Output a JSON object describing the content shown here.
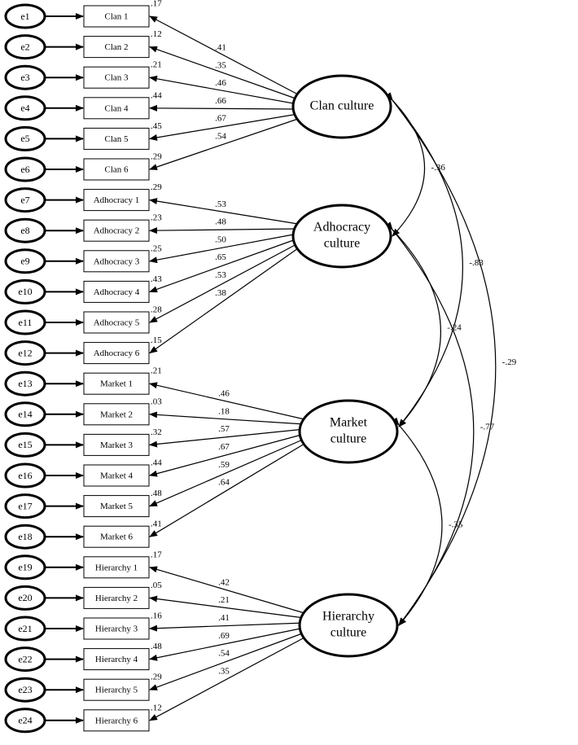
{
  "diagram": {
    "factors": [
      {
        "id": "clan",
        "label_lines": [
          "Clan culture"
        ],
        "indicators": [
          {
            "error": "e1",
            "label": "Clan 1",
            "r2": ".17",
            "loading": ".41"
          },
          {
            "error": "e2",
            "label": "Clan 2",
            "r2": ".12",
            "loading": ".35"
          },
          {
            "error": "e3",
            "label": "Clan 3",
            "r2": ".21",
            "loading": ".46"
          },
          {
            "error": "e4",
            "label": "Clan 4",
            "r2": ".44",
            "loading": ".66"
          },
          {
            "error": "e5",
            "label": "Clan  5",
            "r2": ".45",
            "loading": ".67"
          },
          {
            "error": "e6",
            "label": "Clan 6",
            "r2": ".29",
            "loading": ".54"
          }
        ]
      },
      {
        "id": "adhocracy",
        "label_lines": [
          "Adhocracy",
          "culture"
        ],
        "indicators": [
          {
            "error": "e7",
            "label": "Adhocracy 1",
            "r2": ".29",
            "loading": ".53"
          },
          {
            "error": "e8",
            "label": "Adhocracy 2",
            "r2": ".23",
            "loading": ".48"
          },
          {
            "error": "e9",
            "label": "Adhocracy 3",
            "r2": ".25",
            "loading": ".50"
          },
          {
            "error": "e10",
            "label": "Adhocracy 4",
            "r2": ".43",
            "loading": ".65"
          },
          {
            "error": "e11",
            "label": "Adhocracy 5",
            "r2": ".28",
            "loading": ".53"
          },
          {
            "error": "e12",
            "label": "Adhocracy 6",
            "r2": ".15",
            "loading": ".38"
          }
        ]
      },
      {
        "id": "market",
        "label_lines": [
          "Market",
          "culture"
        ],
        "indicators": [
          {
            "error": "e13",
            "label": "Market 1",
            "r2": ".21",
            "loading": ".46"
          },
          {
            "error": "e14",
            "label": "Market 2",
            "r2": ".03",
            "loading": ".18"
          },
          {
            "error": "e15",
            "label": "Market 3",
            "r2": ".32",
            "loading": ".57"
          },
          {
            "error": "e16",
            "label": "Market 4",
            "r2": ".44",
            "loading": ".67"
          },
          {
            "error": "e17",
            "label": "Market 5",
            "r2": ".48",
            "loading": ".59"
          },
          {
            "error": "e18",
            "label": "Market 6",
            "r2": ".41",
            "loading": ".64"
          }
        ]
      },
      {
        "id": "hierarchy",
        "label_lines": [
          "Hierarchy",
          "culture"
        ],
        "indicators": [
          {
            "error": "e19",
            "label": "Hierarchy 1",
            "r2": ".17",
            "loading": ".42"
          },
          {
            "error": "e20",
            "label": "Hierarchy 2",
            "r2": ".05",
            "loading": ".21"
          },
          {
            "error": "e21",
            "label": "Hierarchy 3",
            "r2": ".16",
            "loading": ".41"
          },
          {
            "error": "e22",
            "label": "Hierarchy 4",
            "r2": ".48",
            "loading": ".69"
          },
          {
            "error": "e23",
            "label": "Hierarchy 5",
            "r2": ".29",
            "loading": ".54"
          },
          {
            "error": "e24",
            "label": "Hierarchy 6",
            "r2": ".12",
            "loading": ".35"
          }
        ]
      }
    ],
    "correlations": [
      {
        "from": "clan",
        "to": "adhocracy",
        "value": "-.36"
      },
      {
        "from": "clan",
        "to": "market",
        "value": "-.83"
      },
      {
        "from": "clan",
        "to": "hierarchy",
        "value": "-.29"
      },
      {
        "from": "adhocracy",
        "to": "market",
        "value": "-.24"
      },
      {
        "from": "adhocracy",
        "to": "hierarchy",
        "value": "-.77"
      },
      {
        "from": "market",
        "to": "hierarchy",
        "value": "-.35"
      }
    ]
  }
}
